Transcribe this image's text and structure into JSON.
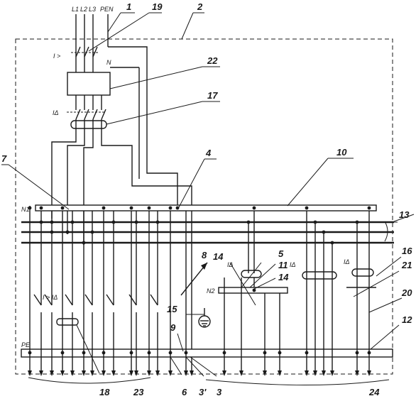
{
  "supply_labels": [
    "L1",
    "L2",
    "L3",
    "PEN"
  ],
  "protection_marks": {
    "overcurrent": "I >",
    "residual": "IΔ",
    "combined": "I > IΔ",
    "neutral": "N"
  },
  "bus_labels": {
    "n1": "N1",
    "n2": "N2",
    "pe": "PE"
  },
  "callouts": {
    "c1": "1",
    "c2": "2",
    "c3": "3",
    "c3p": "3'",
    "c4": "4",
    "c5": "5",
    "c6": "6",
    "c7": "7",
    "c8": "8",
    "c9": "9",
    "c10": "10",
    "c11": "11",
    "c12": "12",
    "c13": "13",
    "c14a": "14",
    "c14b": "14",
    "c15": "15",
    "c16": "16",
    "c17": "17",
    "c18": "18",
    "c19": "19",
    "c20": "20",
    "c21": "21",
    "c22": "22",
    "c23": "23",
    "c24": "24"
  },
  "icons": [
    "earth-ground-icon",
    "rcd-toroid-icon",
    "switch-contact-icon",
    "outgoing-arrow-icon"
  ]
}
